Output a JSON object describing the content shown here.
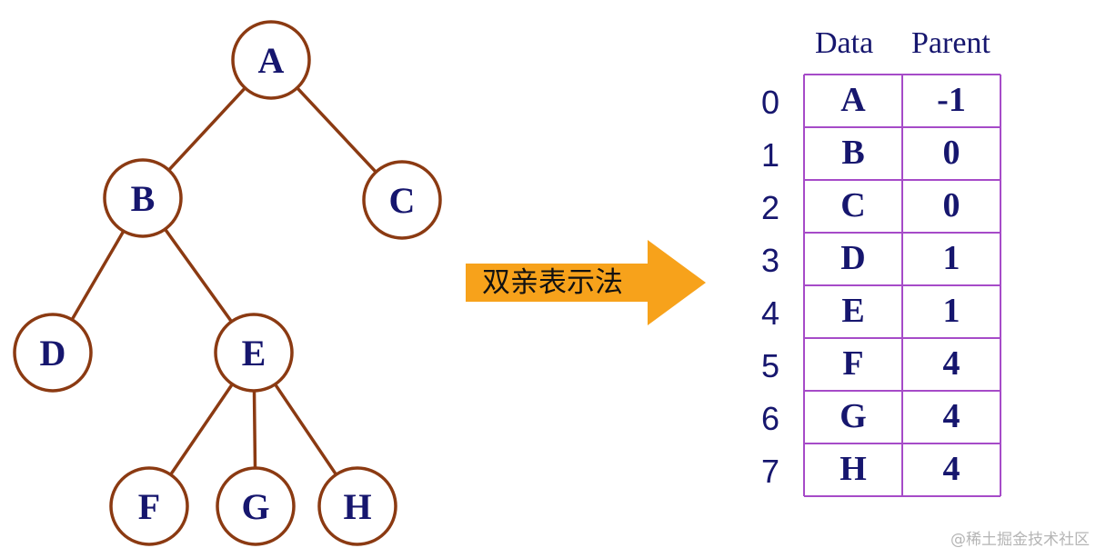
{
  "tree": {
    "nodes": [
      {
        "id": "A",
        "label": "A"
      },
      {
        "id": "B",
        "label": "B"
      },
      {
        "id": "C",
        "label": "C"
      },
      {
        "id": "D",
        "label": "D"
      },
      {
        "id": "E",
        "label": "E"
      },
      {
        "id": "F",
        "label": "F"
      },
      {
        "id": "G",
        "label": "G"
      },
      {
        "id": "H",
        "label": "H"
      }
    ],
    "edges": [
      [
        "A",
        "B"
      ],
      [
        "A",
        "C"
      ],
      [
        "B",
        "D"
      ],
      [
        "B",
        "E"
      ],
      [
        "E",
        "F"
      ],
      [
        "E",
        "G"
      ],
      [
        "E",
        "H"
      ]
    ],
    "node_border_color": "#8b3a12",
    "edge_color": "#8b3a12",
    "label_color": "#16166e"
  },
  "arrow": {
    "label": "双亲表示法",
    "color": "#f7a21b"
  },
  "table": {
    "headers": {
      "data": "Data",
      "parent": "Parent"
    },
    "rows": [
      {
        "index": "0",
        "data": "A",
        "parent": "-1"
      },
      {
        "index": "1",
        "data": "B",
        "parent": "0"
      },
      {
        "index": "2",
        "data": "C",
        "parent": "0"
      },
      {
        "index": "3",
        "data": "D",
        "parent": "1"
      },
      {
        "index": "4",
        "data": "E",
        "parent": "1"
      },
      {
        "index": "5",
        "data": "F",
        "parent": "4"
      },
      {
        "index": "6",
        "data": "G",
        "parent": "4"
      },
      {
        "index": "7",
        "data": "H",
        "parent": "4"
      }
    ],
    "border_color": "#a64bc8"
  },
  "watermark": "@稀土掘金技术社区"
}
